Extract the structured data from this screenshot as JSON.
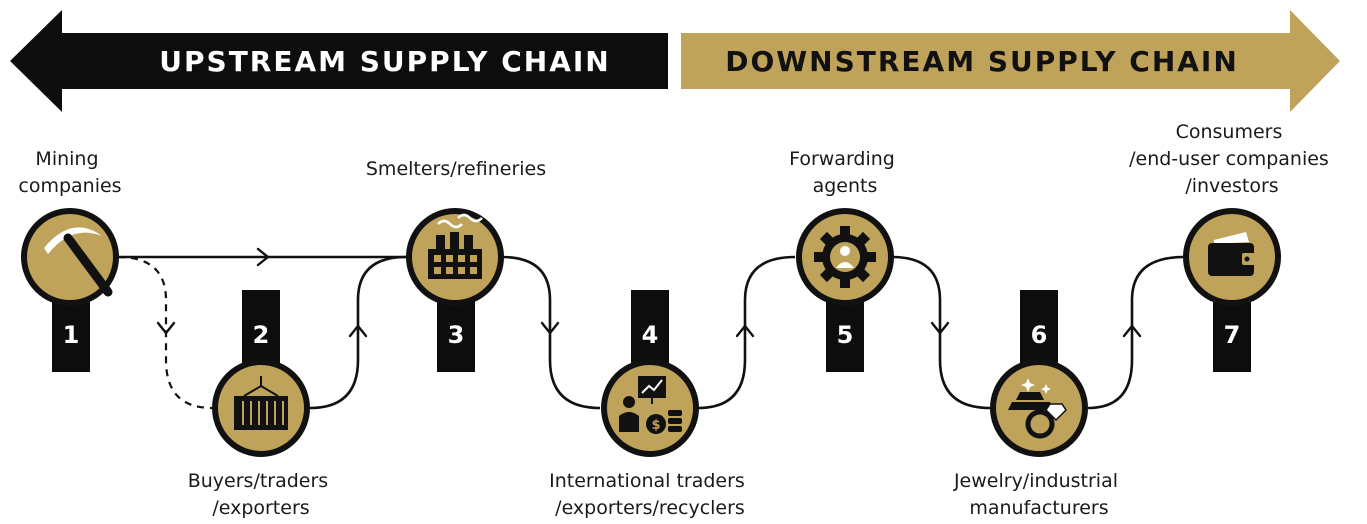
{
  "banner": {
    "upstream_label": "UPSTREAM SUPPLY CHAIN",
    "downstream_label": "DOWNSTREAM SUPPLY CHAIN",
    "upstream_color": "#0d0d0d",
    "downstream_color": "#bfa35a"
  },
  "colors": {
    "node_fill": "#bfa35a",
    "ink": "#111111"
  },
  "stages": [
    {
      "number": "1",
      "icon": "pickaxe-icon",
      "label_lines": [
        "Mining",
        "companies"
      ]
    },
    {
      "number": "2",
      "icon": "shipping-container-icon",
      "label_lines": [
        "Buyers/traders",
        "/exporters"
      ]
    },
    {
      "number": "3",
      "icon": "factory-icon",
      "label_lines": [
        "Smelters/refineries"
      ]
    },
    {
      "number": "4",
      "icon": "trader-chart-coins-icon",
      "label_lines": [
        "International traders",
        "/exporters/recyclers"
      ]
    },
    {
      "number": "5",
      "icon": "gear-person-icon",
      "label_lines": [
        "Forwarding",
        "agents"
      ]
    },
    {
      "number": "6",
      "icon": "gold-bars-ring-icon",
      "label_lines": [
        "Jewelry/industrial",
        "manufacturers"
      ]
    },
    {
      "number": "7",
      "icon": "wallet-icon",
      "label_lines": [
        "Consumers",
        "/end-user companies",
        "/investors"
      ]
    }
  ]
}
